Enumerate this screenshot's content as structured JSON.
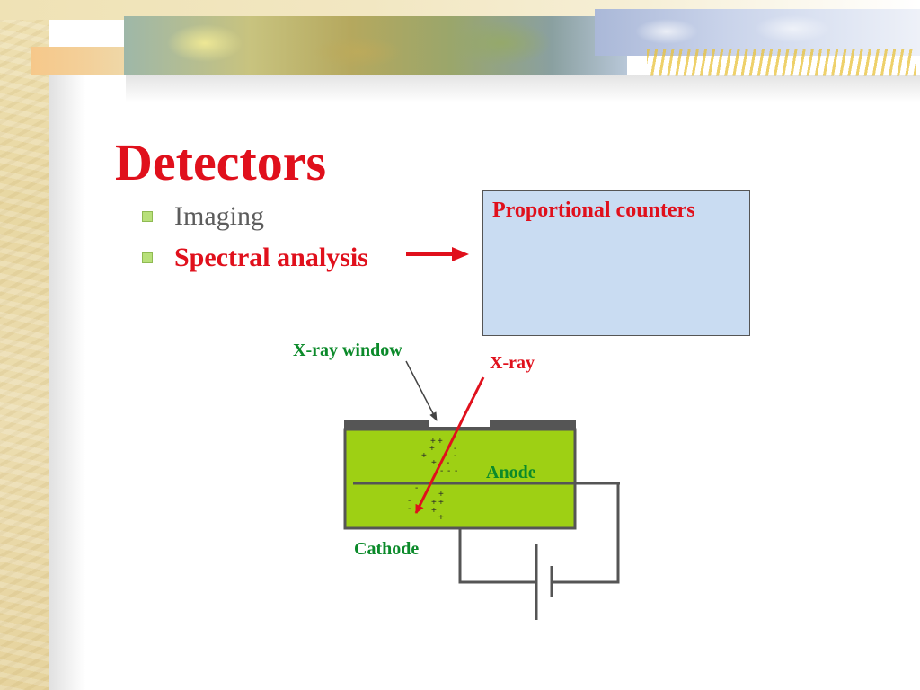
{
  "slide": {
    "title": "Detectors",
    "bullets": [
      {
        "text": "Imaging"
      },
      {
        "text": "Spectral analysis"
      }
    ],
    "info_box": {
      "title": "Proportional counters"
    }
  },
  "diagram": {
    "labels": {
      "window": "X-ray window",
      "xray": "X-ray",
      "anode": "Anode",
      "cathode": "Cathode"
    },
    "charges": {
      "plus": "+",
      "minus": "-"
    }
  },
  "colors": {
    "title": "#e0101c",
    "label_green": "#0b8a2a",
    "chamber_fill": "#9ed014",
    "info_box_fill": "#c9dcf2",
    "bullet_marker": "#b8e07a"
  }
}
